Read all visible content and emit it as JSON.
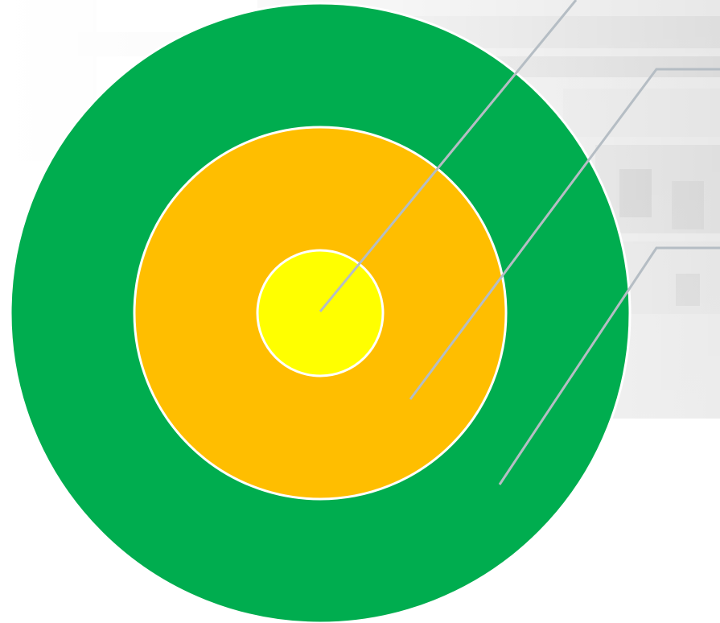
{
  "diagram": {
    "type": "concentric-target",
    "rings": [
      {
        "level": "outer",
        "color": "#00AD4F"
      },
      {
        "level": "middle",
        "color": "#FFBE00"
      },
      {
        "level": "inner",
        "color": "#FFFF00"
      }
    ],
    "ring_border_color": "#FFFFFF",
    "leader_line_color": "#B5BDC4",
    "background_tint": "#D9D9D9"
  }
}
